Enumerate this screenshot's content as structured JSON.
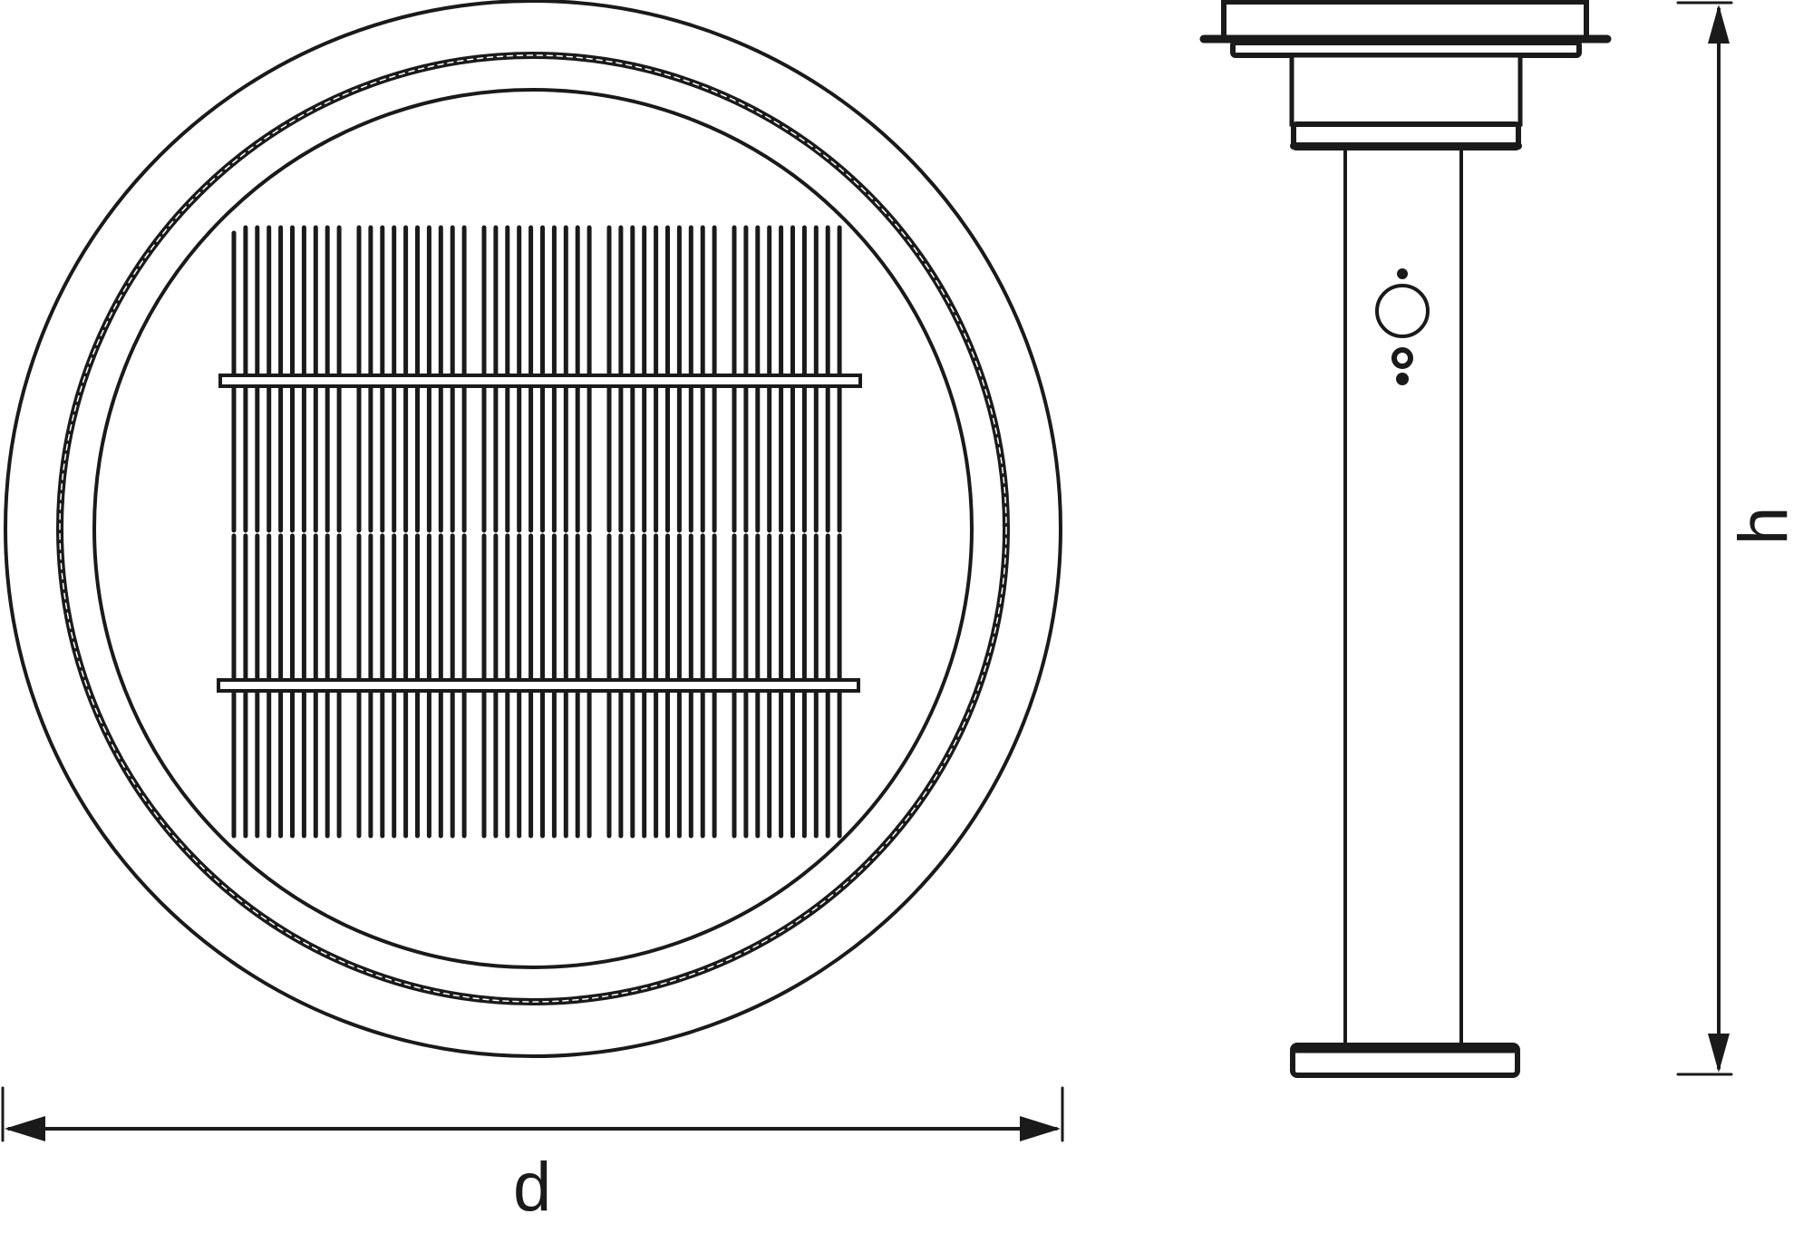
{
  "diagram": {
    "type": "technical-dimension-drawing",
    "views": [
      {
        "name": "top-view",
        "description": "Round solar lamp top with solar panel"
      },
      {
        "name": "side-view",
        "description": "Bollard lamp with head, pole, sensor and base plate"
      }
    ],
    "dimensions": {
      "diameter_label": "d",
      "height_label": "h"
    },
    "colors": {
      "stroke": "#1a1a1a",
      "background": "#ffffff"
    },
    "solar_panel": {
      "groups": 5,
      "lines_per_group": 10,
      "rows": 3
    }
  }
}
